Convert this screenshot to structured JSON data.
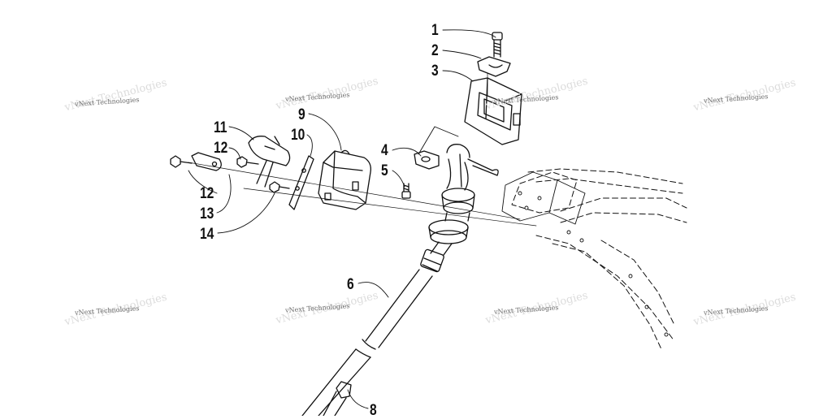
{
  "watermark": {
    "text": "vNext Technologies"
  },
  "callouts": [
    {
      "id": "c1",
      "label": "1"
    },
    {
      "id": "c2",
      "label": "2"
    },
    {
      "id": "c3",
      "label": "3"
    },
    {
      "id": "c4",
      "label": "4"
    },
    {
      "id": "c5",
      "label": "5"
    },
    {
      "id": "c6",
      "label": "6"
    },
    {
      "id": "c8",
      "label": "8"
    },
    {
      "id": "c9",
      "label": "9"
    },
    {
      "id": "c10",
      "label": "10"
    },
    {
      "id": "c11",
      "label": "11"
    },
    {
      "id": "c12a",
      "label": "12"
    },
    {
      "id": "c12b",
      "label": "12"
    },
    {
      "id": "c13",
      "label": "13"
    },
    {
      "id": "c14",
      "label": "14"
    }
  ]
}
